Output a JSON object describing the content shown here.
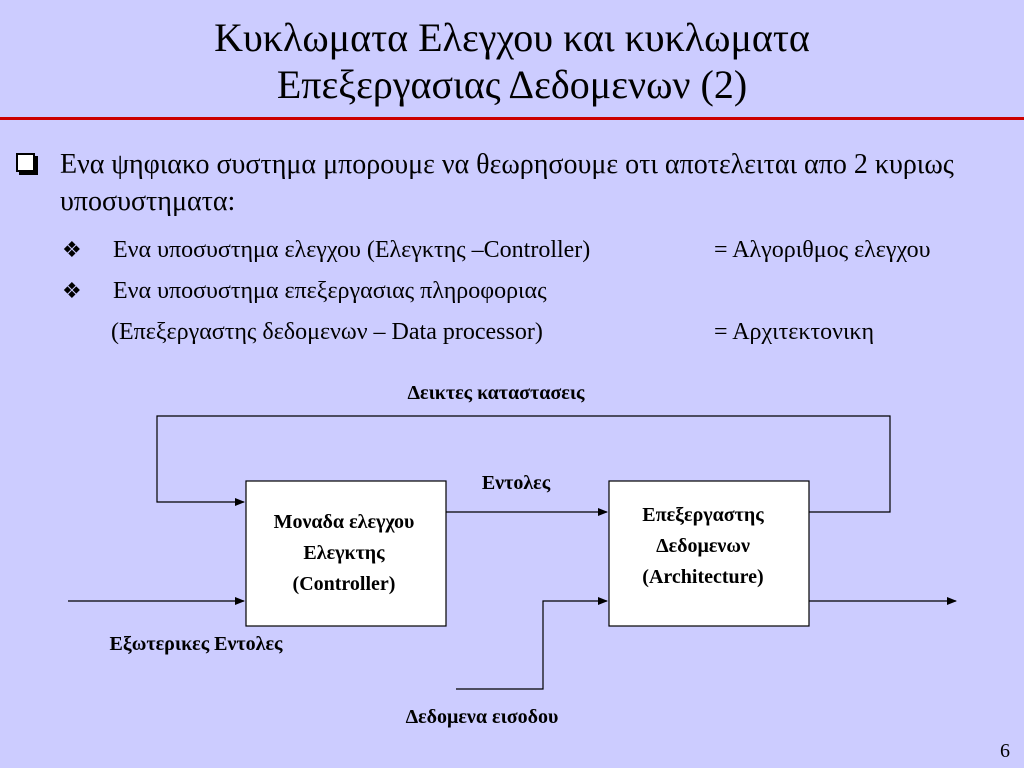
{
  "slide": {
    "title_line1": "Κυκλωματα Ελεγχου και κυκλωματα",
    "title_line2": "Επεξεργασιας Δεδομενων (2)",
    "bullet1": "Ενα ψηφιακο συστημα μπορουμε να θεωρησουμε οτι αποτελειται απο 2 κυριως υποσυστηματα:",
    "sub1_text": "Ενα υποσυστημα ελεγχου (Ελεγκτης –Controller)",
    "sub1_eq": "= Αλγοριθμος ελεγχου",
    "sub2_text": "Ενα υποσυστημα επεξεργασιας πληροφοριας",
    "sub2_cont": "(Επεξεργαστης δεδομενων – Data processor)",
    "sub2_eq": "= Αρχιτεκτονικη",
    "page_number": "6"
  },
  "diagram": {
    "status_label": "Δεικτες καταστασεις",
    "commands_label": "Εντολες",
    "external_label": "Εξωτερικες Εντολες",
    "input_label": "Δεδομενα εισοδου",
    "controller_box": [
      "Μοναδα ελεγχου",
      "Ελεγκτης",
      "(Controller)"
    ],
    "processor_box": [
      "Επεξεργαστης",
      "Δεδομενων",
      "(Architecture)"
    ]
  }
}
